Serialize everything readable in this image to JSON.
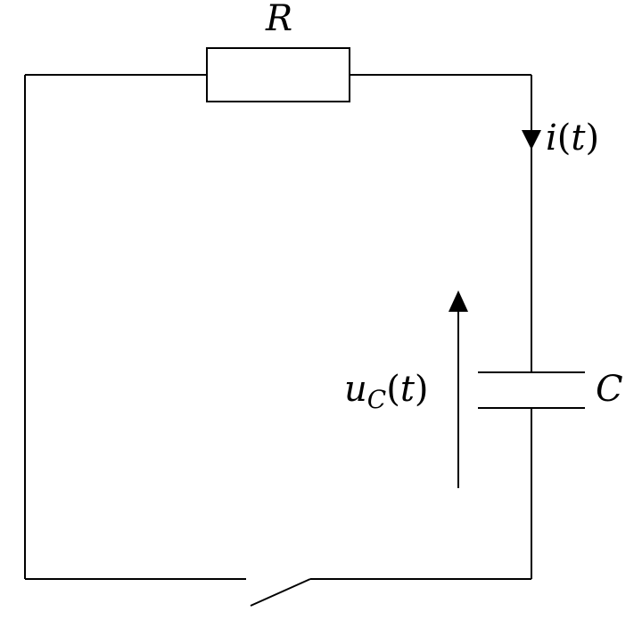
{
  "diagram": {
    "resistor": {
      "symbol": "R"
    },
    "capacitor": {
      "symbol": "C"
    },
    "current": {
      "var": "i",
      "open": "(",
      "arg": "t",
      "close": ")"
    },
    "voltage": {
      "var": "u",
      "sub": "C",
      "open": "(",
      "arg": "t",
      "close": ")"
    },
    "switch": {
      "state": "open"
    }
  },
  "colors": {
    "line": "#000000",
    "background": "#ffffff"
  }
}
